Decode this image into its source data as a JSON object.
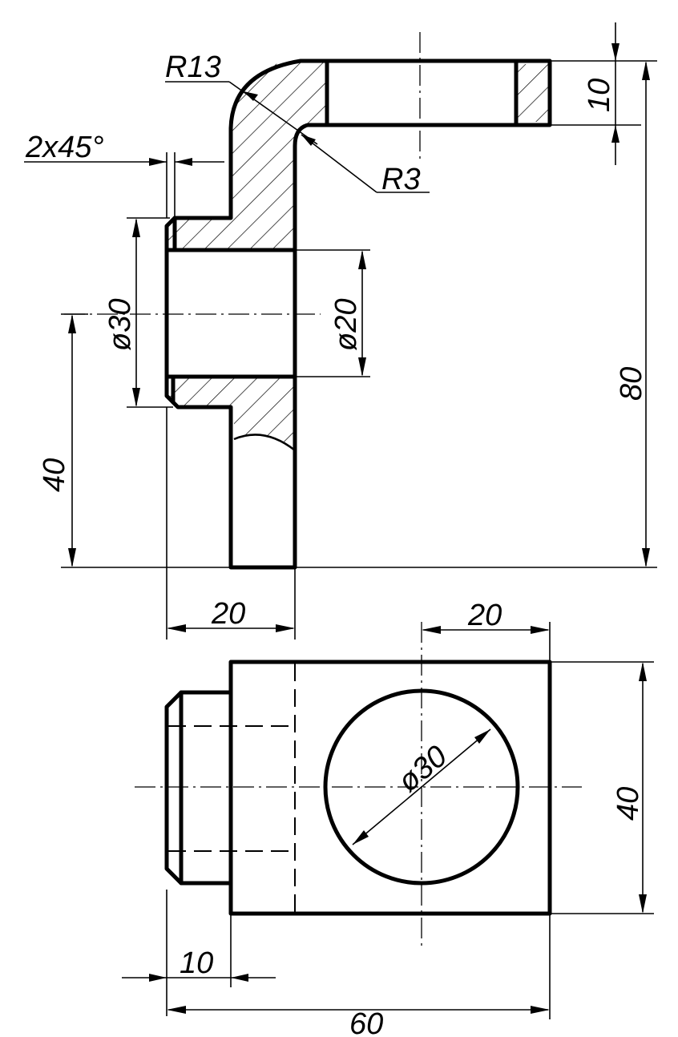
{
  "annotations": {
    "r13": "R13",
    "r3": "R3",
    "chamfer": "2x45°",
    "dia30_front": "ø30",
    "dia20": "ø20",
    "h40": "40",
    "h80": "80",
    "t10": "10",
    "w20_front": "20",
    "w20_top": "20",
    "dia30_top": "ø30",
    "h40_top": "40",
    "w10_top": "10",
    "w60": "60"
  },
  "colors": {
    "ink": "#000000",
    "paper": "#ffffff"
  }
}
